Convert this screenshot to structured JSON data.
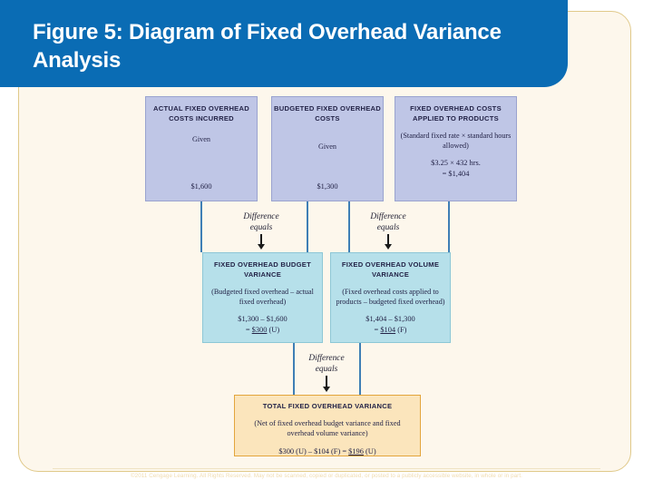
{
  "slide": {
    "title": "Figure 5: Diagram of Fixed Overhead Variance Analysis",
    "footer": "©2011 Cengage Learning. All Rights Reserved. May not be scanned, copied or duplicated, or posted to a publicly accessible website, in whole or in part.",
    "colors": {
      "banner_blue": "#0a6cb4",
      "panel_cream": "#fdf7ec",
      "panel_border_gold": "#e0c98a",
      "top_box_fill": "#bfc6e6",
      "top_box_border": "#9aa3cf",
      "mid_box_fill": "#b6e0ea",
      "mid_box_border": "#8dc7d6",
      "total_box_fill": "#fbe5bc",
      "total_box_border": "#e3a53c",
      "connector_blue": "#3f7fb5"
    }
  },
  "diagram": {
    "top_row": [
      {
        "header": "ACTUAL FIXED OVERHEAD COSTS INCURRED",
        "body": "Given",
        "value": "$1,600"
      },
      {
        "header": "BUDGETED FIXED OVERHEAD COSTS",
        "body": "Given",
        "value": "$1,300"
      },
      {
        "header": "FIXED OVERHEAD COSTS APPLIED TO PRODUCTS",
        "body": "(Standard fixed rate × standard hours allowed)",
        "value_line1": "$3.25 × 432 hrs.",
        "value_line2": "= $1,404"
      }
    ],
    "mid_row": [
      {
        "header": "FIXED OVERHEAD BUDGET VARIANCE",
        "body": "(Budgeted fixed overhead – actual fixed overhead)",
        "value_line1": "$1,300 – $1,600",
        "value_prefix": "= ",
        "value_underlined": "$300",
        "value_suffix": " (U)"
      },
      {
        "header": "FIXED OVERHEAD VOLUME VARIANCE",
        "body": "(Fixed overhead costs applied to products – budgeted fixed overhead)",
        "value_line1": "$1,404 – $1,300",
        "value_prefix": "= ",
        "value_underlined": "$104",
        "value_suffix": " (F)"
      }
    ],
    "total_row": {
      "header": "TOTAL FIXED OVERHEAD VARIANCE",
      "body": "(Net of fixed overhead budget variance and fixed overhead volume variance)",
      "value_prefix": "$300 (U) – $104 (F) = ",
      "value_underlined": "$196",
      "value_suffix": " (U)"
    },
    "connector_labels": {
      "difference_equals_line1": "Difference",
      "difference_equals_line2": "equals"
    }
  }
}
